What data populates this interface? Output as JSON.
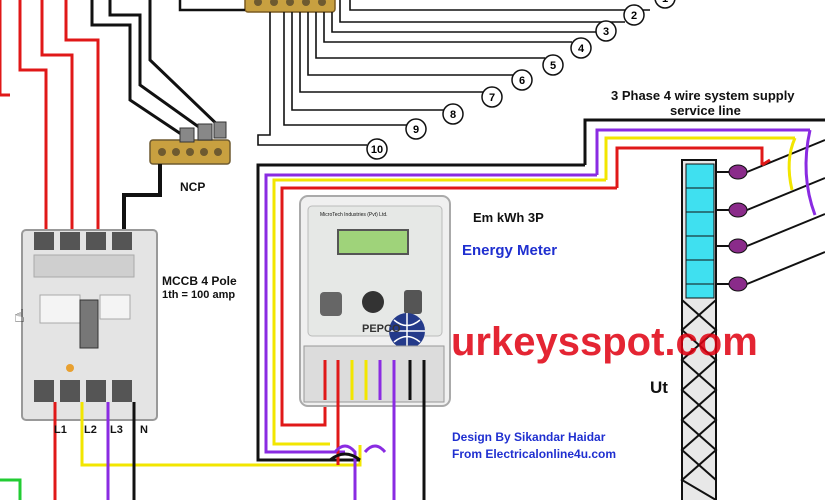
{
  "title": "3 Phase 4 wire system supply",
  "subtitle": "service line",
  "labels": {
    "ncp": "NCP",
    "mccb_line1": "MCCB 4 Pole",
    "mccb_line2": "1th = 100 amp",
    "meter_model": "Em kWh 3P",
    "energy_meter": "Energy Meter",
    "pole_label": "Ut",
    "credit_line1": "Design By Sikandar Haidar",
    "credit_line2": "From Electricalonline4u.com",
    "watermark": "urkeysspot.com",
    "meter_brand": "PEPCO",
    "meter_maker": "MicroTech Industries (Pvt) Ltd.",
    "terminal_l1": "L1",
    "terminal_l2": "L2",
    "terminal_l3": "L3",
    "terminal_n": "N"
  },
  "circuit_numbers": [
    "1",
    "2",
    "3",
    "4",
    "5",
    "6",
    "7",
    "8",
    "9",
    "10"
  ],
  "colors": {
    "red": "#e01818",
    "yellow": "#f2e600",
    "blue": "#2a2ad8",
    "purple": "#8a2be2",
    "black": "#111111",
    "cyan": "#3fe0f0",
    "green": "#22cc33",
    "brass": "#c8a040",
    "label_blue": "#1f2fd0"
  }
}
